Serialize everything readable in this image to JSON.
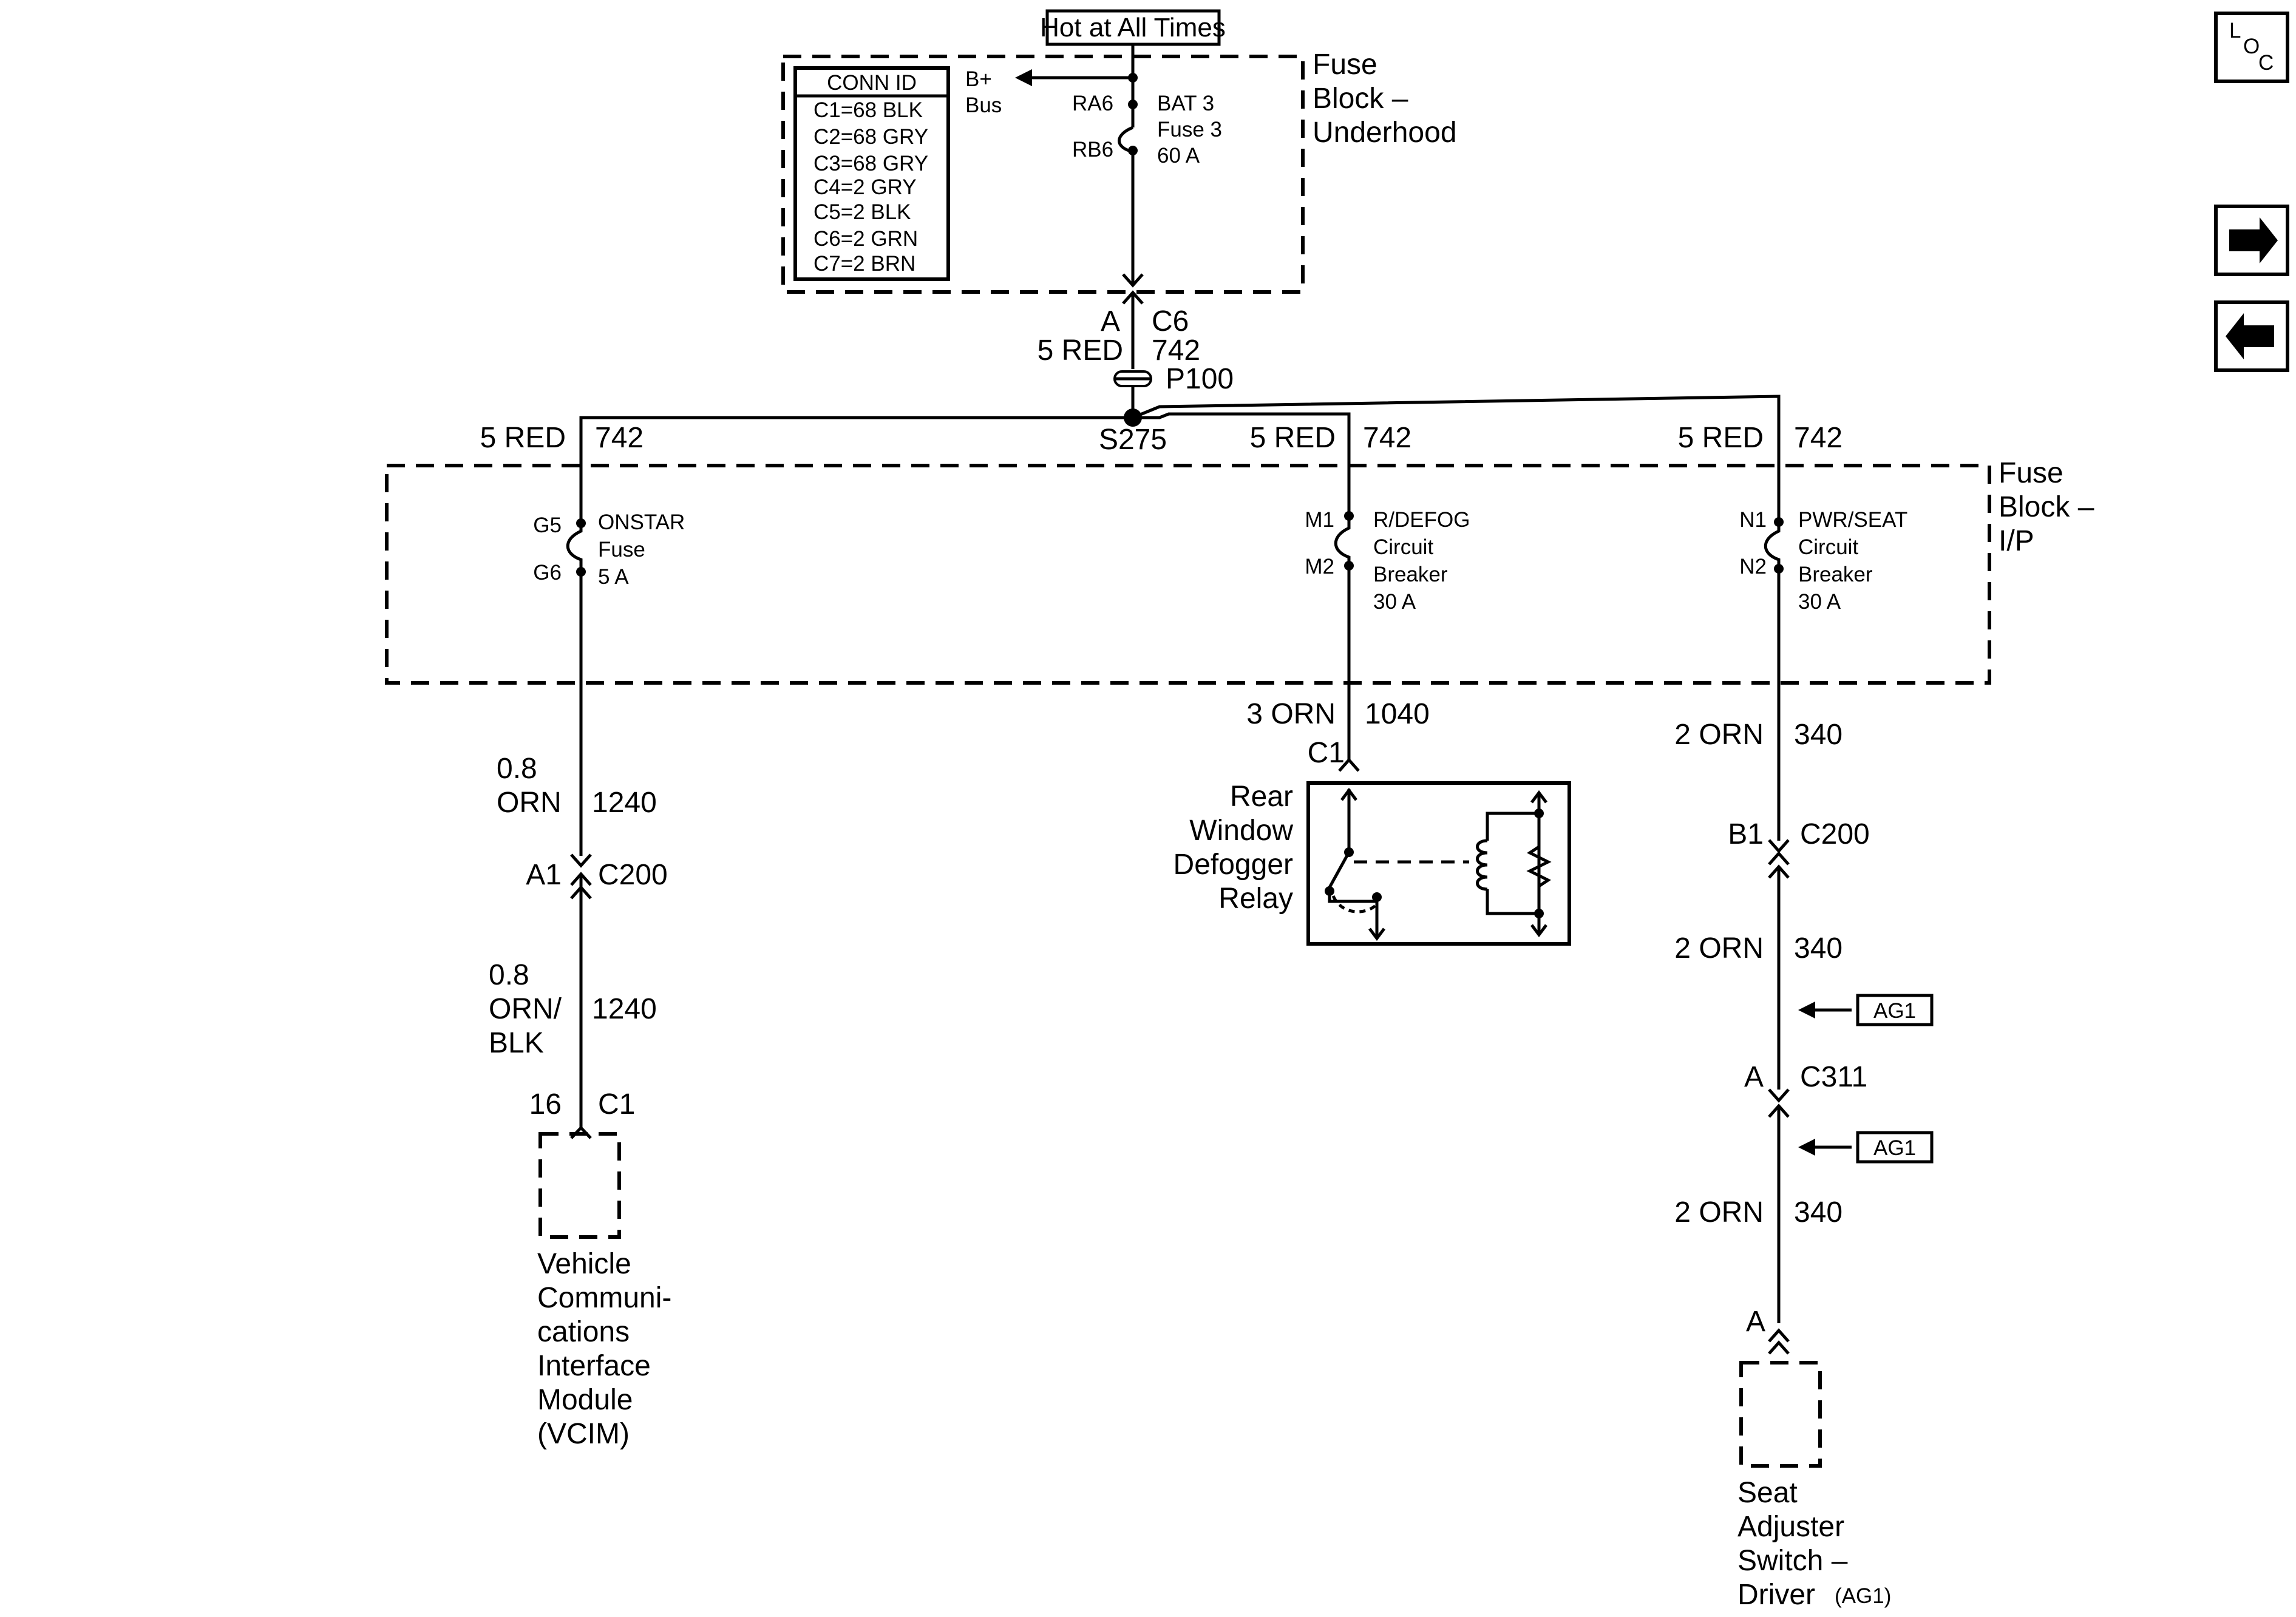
{
  "top_label": "Hot at All Times",
  "underhood": {
    "title": [
      "Fuse",
      "Block –",
      "Underhood"
    ],
    "conn_id_title": "CONN ID",
    "conn_ids": [
      "C1=68 BLK",
      "C2=68 GRY",
      "C3=68 GRY",
      "C4=2 GRY",
      "C5=2 BLK",
      "C6=2 GRN",
      "C7=2 BRN"
    ],
    "bus_label": [
      "B+",
      "Bus"
    ],
    "fuse_pins": [
      "RA6",
      "RB6"
    ],
    "fuse_label": [
      "BAT 3",
      "Fuse 3",
      "60 A"
    ]
  },
  "main_feed": {
    "pin": "A",
    "connector": "C6",
    "wire": "5 RED",
    "circuit": "742",
    "passthrough": "P100",
    "splice": "S275"
  },
  "branches": [
    {
      "wire": "5 RED",
      "circuit": "742"
    },
    {
      "wire": "5 RED",
      "circuit": "742"
    },
    {
      "wire": "5 RED",
      "circuit": "742"
    }
  ],
  "ip_block": {
    "title": [
      "Fuse",
      "Block –",
      "I/P"
    ],
    "fuses": [
      {
        "pins": [
          "G5",
          "G6"
        ],
        "label": [
          "ONSTAR",
          "Fuse",
          "5 A"
        ]
      },
      {
        "pins": [
          "M1",
          "M2"
        ],
        "label": [
          "R/DEFOG",
          "Circuit",
          "Breaker",
          "30 A"
        ]
      },
      {
        "pins": [
          "N1",
          "N2"
        ],
        "label": [
          "PWR/SEAT",
          "Circuit",
          "Breaker",
          "30 A"
        ]
      }
    ]
  },
  "vcim_circuit": {
    "wire1": [
      "0.8",
      "ORN"
    ],
    "circuit1": "1240",
    "conn_pin": "A1",
    "conn": "C200",
    "wire2": [
      "0.8",
      "ORN/",
      "BLK"
    ],
    "circuit2": "1240",
    "end_pin": "16",
    "end_conn": "C1",
    "component": [
      "Vehicle",
      "Communi-",
      "cations",
      "Interface",
      "Module",
      "(VCIM)"
    ]
  },
  "defog_circuit": {
    "wire": "3 ORN",
    "circuit": "1040",
    "conn": "C1",
    "component": [
      "Rear",
      "Window",
      "Defogger",
      "Relay"
    ]
  },
  "seat_circuit": {
    "wire1": "2 ORN",
    "circuit1": "340",
    "conn1_pin": "B1",
    "conn1": "C200",
    "wire2": "2 ORN",
    "circuit2": "340",
    "ref1": "AG1",
    "conn2_pin": "A",
    "conn2": "C311",
    "ref2": "AG1",
    "wire3": "2 ORN",
    "circuit3": "340",
    "end_pin": "A",
    "component": [
      "Seat",
      "Adjuster",
      "Switch –",
      "Driver"
    ],
    "component_ref": "(AG1)"
  },
  "nav": {
    "loc": [
      "L",
      "O",
      "C"
    ],
    "next_glyph": "➡",
    "prev_glyph": "⬅"
  }
}
